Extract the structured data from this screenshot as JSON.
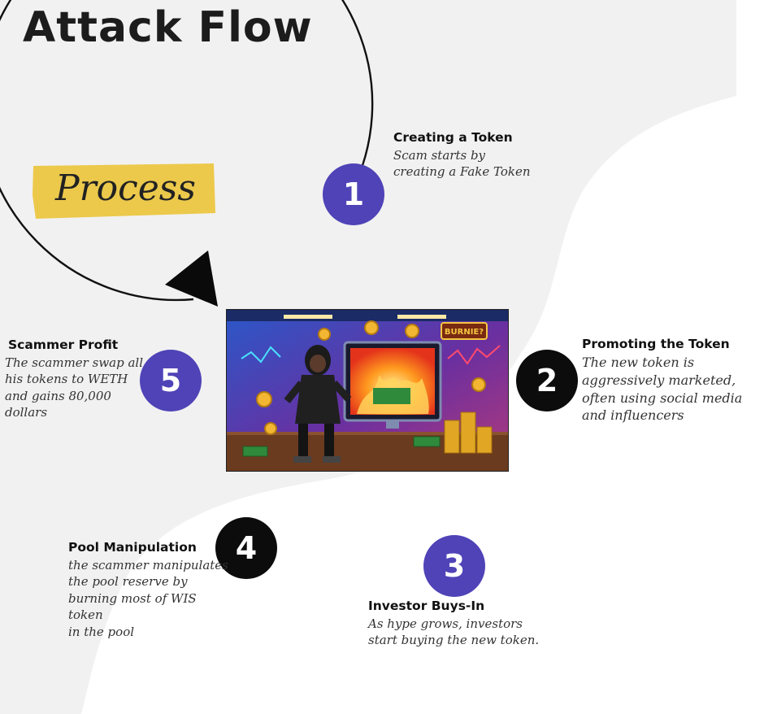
{
  "title": "Attack Flow",
  "badge": "Process",
  "steps": [
    {
      "number": "1",
      "heading": "Creating a Token",
      "body": "Scam starts by\ncreating a Fake Token"
    },
    {
      "number": "2",
      "heading": "Promoting the Token",
      "body": "The new token is\naggressively marketed,\noften using social media\nand influencers"
    },
    {
      "number": "3",
      "heading": "Investor Buys-In",
      "body": "As hype grows, investors\nstart buying the new token."
    },
    {
      "number": "4",
      "heading": "Pool Manipulation",
      "body": "the scammer manipulates\nthe pool reserve by\nburning most of WIS token\nin the pool"
    },
    {
      "number": "5",
      "heading": "Scammer Profit",
      "body": "The scammer swap all\nhis tokens to WETH\nand gains 80,000\ndollars"
    }
  ],
  "illustration": {
    "sign": "BURNIE?"
  },
  "colors": {
    "purple": "#4f43b7",
    "black": "#0c0c0c",
    "badge": "#ecc94b",
    "blob": "#f1f1f1"
  },
  "icons": [
    "cycle-arrow-icon"
  ]
}
